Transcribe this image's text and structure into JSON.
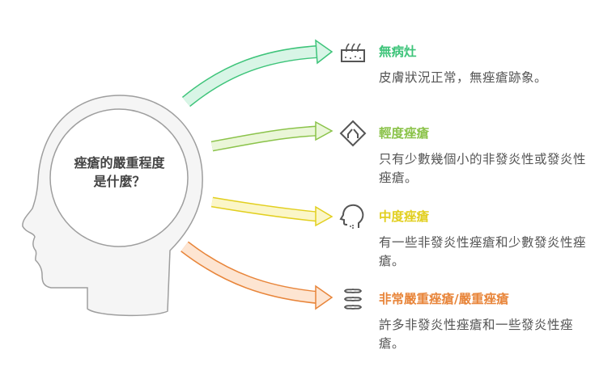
{
  "center_question": [
    "痤瘡的嚴重程度",
    "是什麼？"
  ],
  "levels": [
    {
      "title": "無病灶",
      "description": "皮膚狀況正常，無痤瘡跡象。",
      "color": "#3ec47a",
      "icon": "skin-layer-icon"
    },
    {
      "title": "輕度痤瘡",
      "description": "只有少數幾個小的非發炎性或發炎性痤瘡。",
      "color": "#8bc34a",
      "icon": "diamond-split-icon"
    },
    {
      "title": "中度痤瘡",
      "description": "有一些非發炎性痤瘡和少數發炎性痤瘡。",
      "color": "#e2cf1f",
      "icon": "face-profile-icon"
    },
    {
      "title": "非常嚴重痤瘡/嚴重痤瘡",
      "description": "許多非發炎性痤瘡和一些發炎性痤瘡。",
      "color": "#e8853a",
      "icon": "stacked-lesions-icon"
    }
  ]
}
